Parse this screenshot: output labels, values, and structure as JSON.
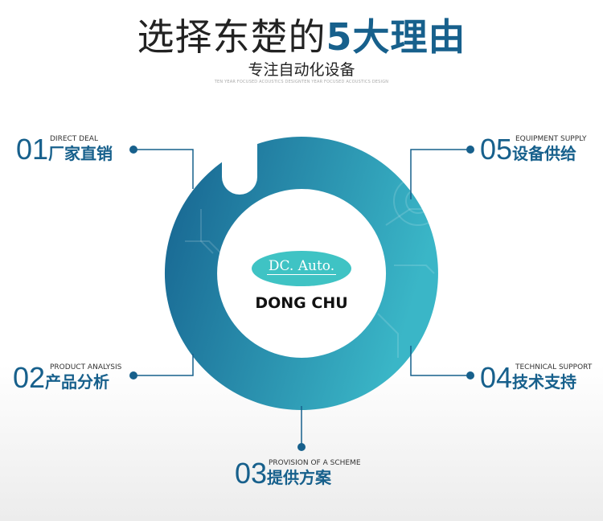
{
  "header": {
    "title_plain": "选择东楚的",
    "title_highlight": "5大理由",
    "subtitle": "专注自动化设备",
    "tagline": "TEN YEAR FOCUSED ACOUSTICS DESIGNTEN YEAR FOCUSED ACOUSTICS DESIGN"
  },
  "logo": {
    "text": "DC. Auto.",
    "brand": "DONG CHU"
  },
  "colors": {
    "primary": "#17608c",
    "ring_dark": "#16628f",
    "ring_light": "#3ab6c7",
    "logo": "#3fc3c4"
  },
  "reasons": [
    {
      "num": "01",
      "en": "DIRECT DEAL",
      "cn": "厂家直销"
    },
    {
      "num": "02",
      "en": "PRODUCT ANALYSIS",
      "cn": "产品分析"
    },
    {
      "num": "03",
      "en": "PROVISION OF A SCHEME",
      "cn": "提供方案"
    },
    {
      "num": "04",
      "en": "TECHNICAL SUPPORT",
      "cn": "技术支持"
    },
    {
      "num": "05",
      "en": "EQUIPMENT SUPPLY",
      "cn": "设备供给"
    }
  ]
}
